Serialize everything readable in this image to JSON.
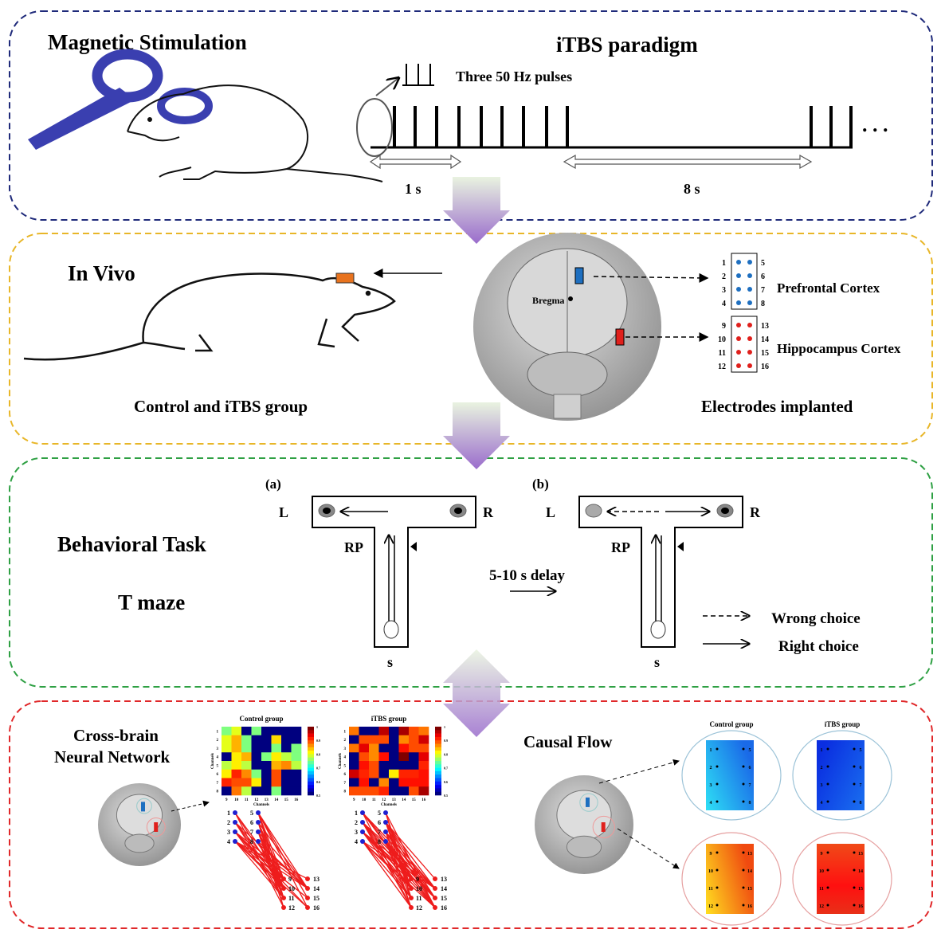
{
  "colors": {
    "panel1": "#1f2a7a",
    "panel2": "#e8b628",
    "panel3": "#2ea043",
    "panel4": "#e0282a",
    "coil": "#3a3fb0",
    "arrow": "#a77fd0",
    "electrode": "#e8731e",
    "pfc": "#1e6fc0",
    "hpc": "#e0201c"
  },
  "panel1": {
    "title": "Magnetic Stimulation",
    "paradigm_title": "iTBS paradigm",
    "pulses_label": "Three 50 Hz pulses",
    "interval_1": "1 s",
    "interval_2": "8 s",
    "ellipsis": ". . ."
  },
  "panel2": {
    "title": "In Vivo",
    "caption_left": "Control and iTBS group",
    "caption_right": "Electrodes implanted",
    "bregma": "Bregma",
    "pfc_label": "Prefrontal Cortex",
    "hpc_label": "Hippocampus Cortex",
    "pfc_channels": [
      "1",
      "2",
      "3",
      "4",
      "5",
      "6",
      "7",
      "8"
    ],
    "hpc_channels": [
      "9",
      "10",
      "11",
      "12",
      "13",
      "14",
      "15",
      "16"
    ]
  },
  "panel3": {
    "title": "Behavioral Task",
    "subtitle": "T maze",
    "delay": "5-10 s delay",
    "wrong": "Wrong choice",
    "right": "Right choice",
    "maze_a": {
      "tag": "(a)",
      "left": "L",
      "right": "R",
      "rp": "RP",
      "start": "s"
    },
    "maze_b": {
      "tag": "(b)",
      "left": "L",
      "right": "R",
      "rp": "RP",
      "start": "s"
    }
  },
  "panel4": {
    "title_line1": "Cross-brain",
    "title_line2": "Neural Network",
    "causal_title": "Causal Flow",
    "heatmaps": [
      {
        "title": "Control group",
        "xlabel": "Channels",
        "ylabel": "Channels",
        "xticks": [
          "9",
          "10",
          "11",
          "12",
          "13",
          "14",
          "15",
          "16"
        ],
        "yticks": [
          "1",
          "2",
          "3",
          "4",
          "5",
          "6",
          "7",
          "8"
        ],
        "cbar_ticks": [
          "1",
          "0.9",
          "0.8",
          "0.7",
          "0.6",
          "0.5"
        ],
        "clim": [
          0.5,
          1
        ],
        "values": [
          [
            0.75,
            0.8,
            0.5,
            0.75,
            0.5,
            0.5,
            0.5,
            0.5
          ],
          [
            0.8,
            0.85,
            0.75,
            0.5,
            0.5,
            0.83,
            0.5,
            0.5
          ],
          [
            0.8,
            0.85,
            0.75,
            0.5,
            0.5,
            0.75,
            0.5,
            0.75
          ],
          [
            0.5,
            0.82,
            0.85,
            0.5,
            0.75,
            0.82,
            0.78,
            0.75
          ],
          [
            0.78,
            0.82,
            0.78,
            0.5,
            0.5,
            0.85,
            0.87,
            0.78
          ],
          [
            0.82,
            0.92,
            0.87,
            0.75,
            0.5,
            0.9,
            0.5,
            0.5
          ],
          [
            0.92,
            0.9,
            0.9,
            0.82,
            0.5,
            0.9,
            0.5,
            0.5
          ],
          [
            0.5,
            0.88,
            0.78,
            0.5,
            0.5,
            0.75,
            0.5,
            0.5
          ]
        ]
      },
      {
        "title": "iTBS group",
        "xlabel": "Channels",
        "ylabel": "Channels",
        "xticks": [
          "9",
          "10",
          "11",
          "12",
          "13",
          "14",
          "15",
          "16"
        ],
        "yticks": [
          "1",
          "2",
          "3",
          "4",
          "5",
          "6",
          "7",
          "8"
        ],
        "cbar_ticks": [
          "1",
          "0.9",
          "0.8",
          "0.7",
          "0.6",
          "0.5"
        ],
        "clim": [
          0.5,
          1
        ],
        "values": [
          [
            0.88,
            0.5,
            0.5,
            0.97,
            0.5,
            0.98,
            0.9,
            0.88
          ],
          [
            0.5,
            0.9,
            0.9,
            0.9,
            0.5,
            0.87,
            0.9,
            0.96
          ],
          [
            0.88,
            0.95,
            0.87,
            0.5,
            0.5,
            0.93,
            0.9,
            0.9
          ],
          [
            0.5,
            0.9,
            0.87,
            0.93,
            0.5,
            1.0,
            0.5,
            0.95
          ],
          [
            0.5,
            0.93,
            0.9,
            0.5,
            0.5,
            0.5,
            0.5,
            0.92
          ],
          [
            0.96,
            0.92,
            0.9,
            0.5,
            0.82,
            0.92,
            0.92,
            0.93
          ],
          [
            0.5,
            0.93,
            0.5,
            0.87,
            0.5,
            0.93,
            0.93,
            0.93
          ],
          [
            0.9,
            0.9,
            0.9,
            0.92,
            0.5,
            0.5,
            0.9,
            0.98
          ]
        ]
      }
    ],
    "network_nodes_left": [
      "1",
      "2",
      "3",
      "4",
      "5",
      "6",
      "7",
      "8"
    ],
    "network_nodes_right": [
      "9",
      "10",
      "11",
      "12",
      "13",
      "14",
      "15",
      "16"
    ],
    "causal_groups": [
      "Control group",
      "iTBS group"
    ],
    "causal_pfc_channels": [
      "1",
      "2",
      "3",
      "4",
      "5",
      "6",
      "7",
      "8"
    ],
    "causal_hpc_channels": [
      "9",
      "10",
      "11",
      "12",
      "13",
      "14",
      "15",
      "16"
    ]
  }
}
